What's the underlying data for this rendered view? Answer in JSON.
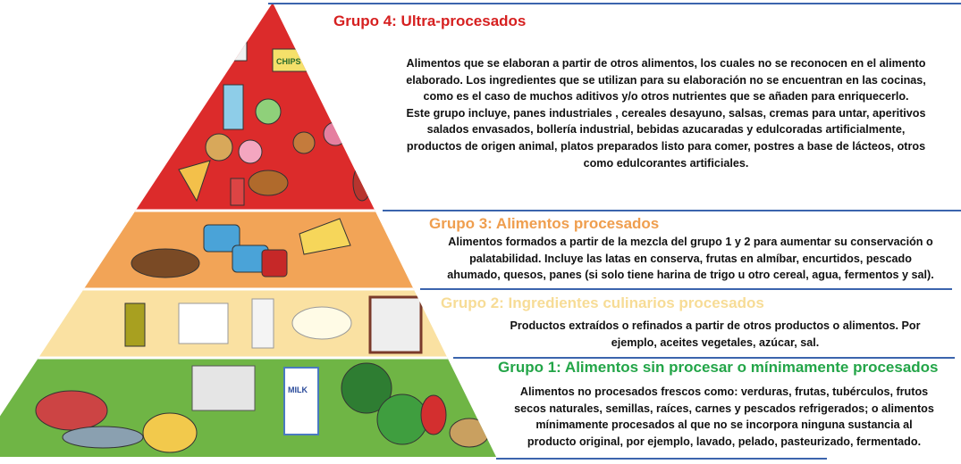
{
  "colors": {
    "group4": "#d62020",
    "group3": "#ef9e4e",
    "group2": "#f7dc96",
    "group1": "#23a548",
    "divider": "#3b64ad"
  },
  "groups": [
    {
      "title": "Grupo 4: Ultra-procesados",
      "lines": [
        "Alimentos que se elaboran a partir de otros alimentos, los cuales no se reconocen en el alimento",
        "elaborado. Los ingredientes que se utilizan para su elaboración no se encuentran en las cocinas,",
        "como es el caso de muchos aditivos y/o otros nutrientes que se añaden para enriquecerlo.",
        "Este grupo incluye, panes industriales , cereales desayuno, salsas, cremas para untar, aperitivos",
        "salados envasados, bollería industrial, bebidas azucaradas y edulcoradas artificialmente,",
        "productos de origen animal, platos preparados listo para comer, postres a base  de lácteos, otros",
        "como edulcorantes artificiales."
      ]
    },
    {
      "title": "Grupo 3: Alimentos procesados",
      "lines": [
        "Alimentos formados a partir de la mezcla del grupo 1 y 2 para aumentar su conservación o",
        "palatabilidad. Incluye las latas en conserva, frutas en almíbar, encurtidos, pescado",
        "ahumado, quesos, panes (si solo tiene harina de trigo u otro cereal, agua, fermentos y sal)."
      ]
    },
    {
      "title": "Grupo 2: Ingredientes culinarios procesados",
      "lines": [
        "Productos extraídos o refinados a partir de otros productos o alimentos. Por",
        "ejemplo, aceites vegetales, azúcar, sal."
      ]
    },
    {
      "title": "Grupo 1: Alimentos sin procesar o mínimamente procesados",
      "lines": [
        "Alimentos no procesados frescos como: verduras, frutas, tubérculos, frutos",
        "secos naturales, semillas, raíces, carnes y pescados refrigerados; o alimentos",
        "mínimamente procesados al que no se incorpora ninguna sustancia al",
        "producto original, por ejemplo, lavado, pelado, pasteurizado, fermentado."
      ]
    }
  ],
  "illustration_labels": {
    "chips": "CHIPS",
    "milk": "MILK"
  }
}
